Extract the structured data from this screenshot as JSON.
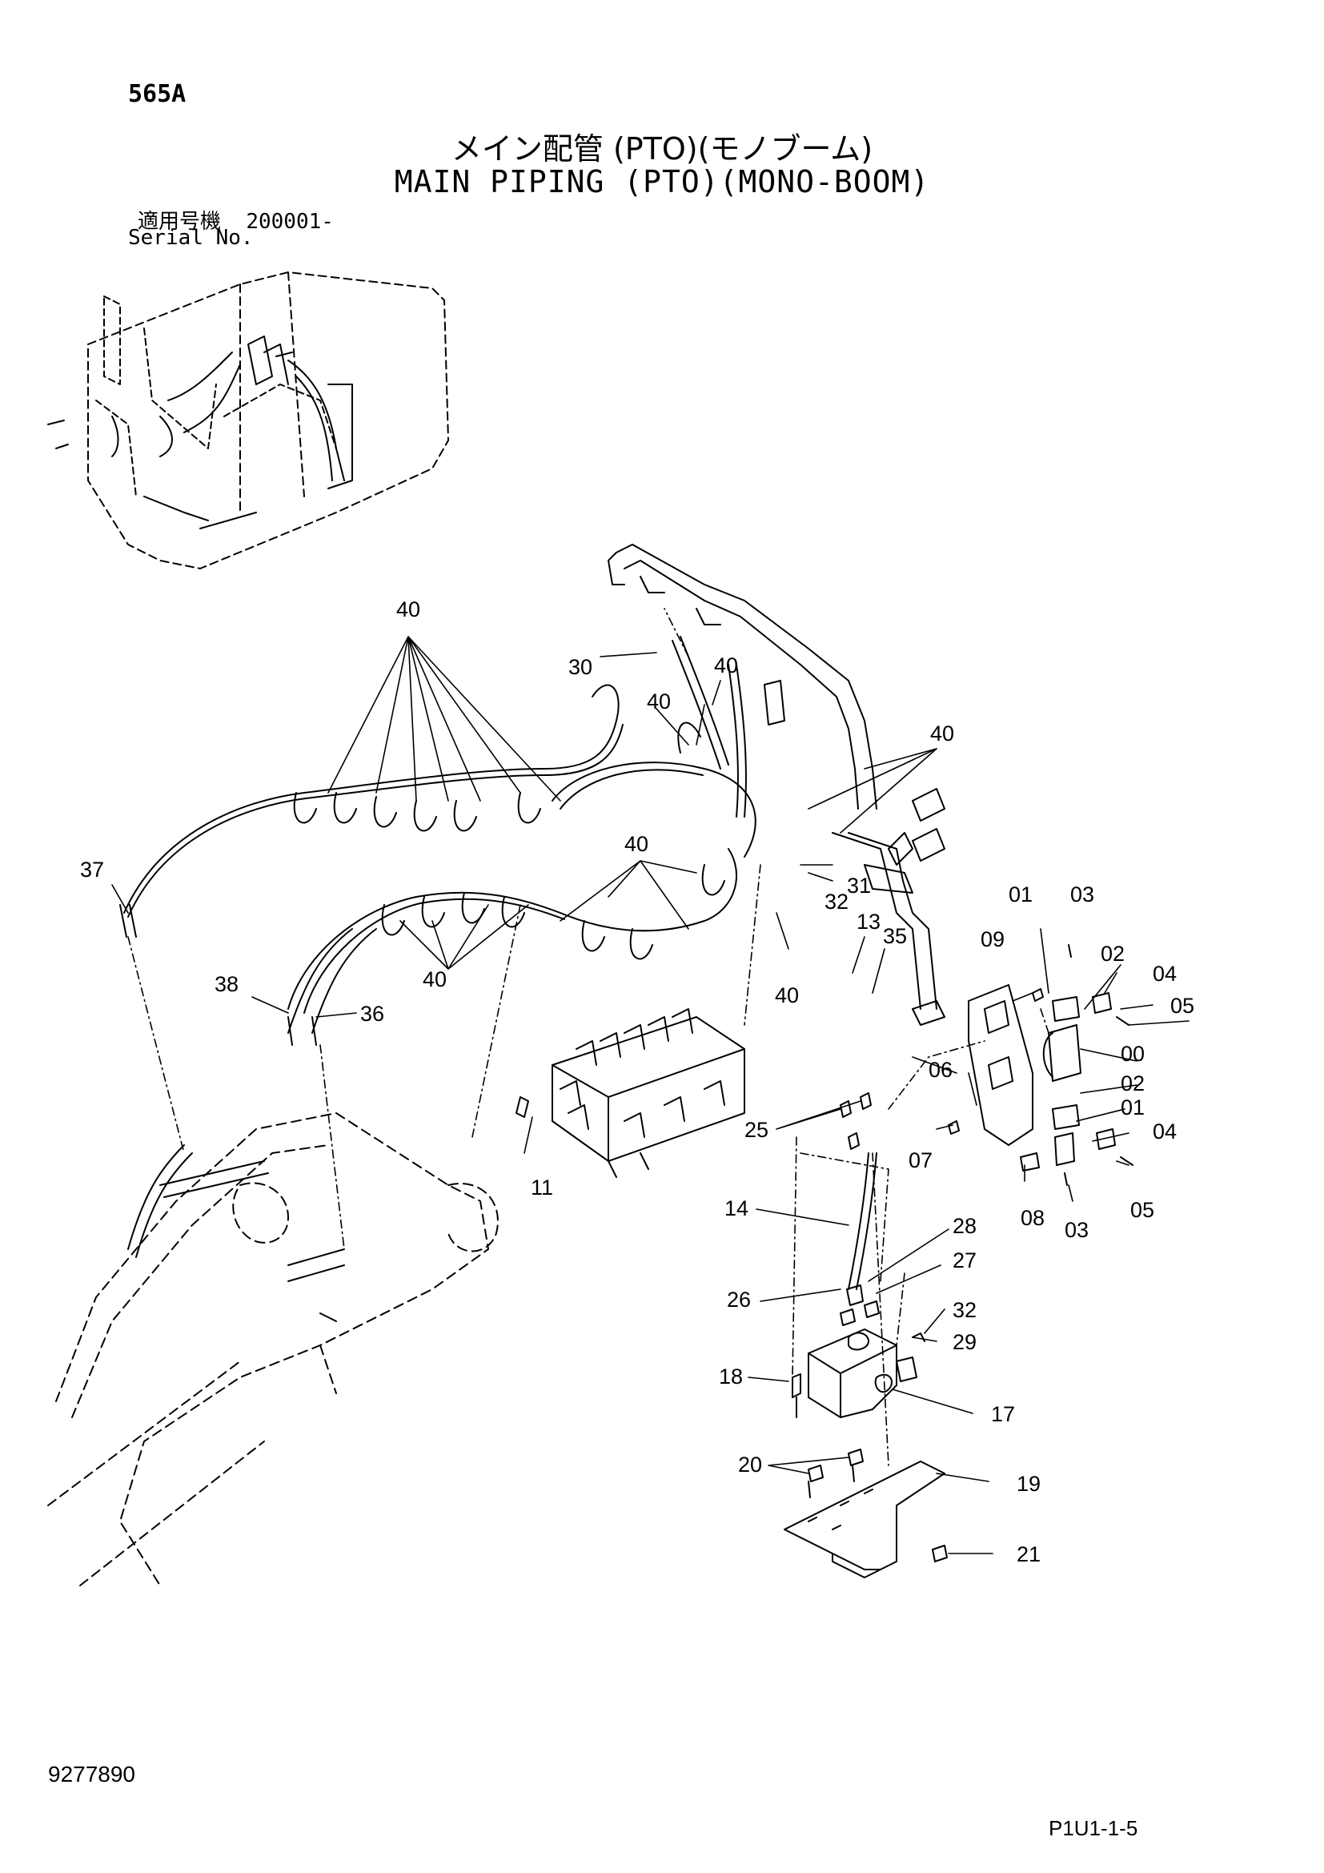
{
  "header": {
    "code": "565A",
    "title_jp": "メイン配管 (PTO)(モノブーム)",
    "title_en": "MAIN PIPING (PTO)(MONO-BOOM)",
    "serial_label_jp": "適用号機",
    "serial_value": "200001-",
    "serial_label_en": "Serial No."
  },
  "footer": {
    "doc_number": "9277890",
    "page_ref": "P1U1-1-5"
  },
  "callouts": [
    {
      "id": "c40a",
      "label": "40"
    },
    {
      "id": "c30",
      "label": "30"
    },
    {
      "id": "c40b",
      "label": "40"
    },
    {
      "id": "c40c",
      "label": "40"
    },
    {
      "id": "c40d",
      "label": "40"
    },
    {
      "id": "c37",
      "label": "37"
    },
    {
      "id": "c40e",
      "label": "40"
    },
    {
      "id": "c31",
      "label": "31"
    },
    {
      "id": "c32a",
      "label": "32"
    },
    {
      "id": "c01a",
      "label": "01"
    },
    {
      "id": "c03a",
      "label": "03"
    },
    {
      "id": "c09",
      "label": "09"
    },
    {
      "id": "c02a",
      "label": "02"
    },
    {
      "id": "c04a",
      "label": "04"
    },
    {
      "id": "c05a",
      "label": "05"
    },
    {
      "id": "c13",
      "label": "13"
    },
    {
      "id": "c35",
      "label": "35"
    },
    {
      "id": "c38",
      "label": "38"
    },
    {
      "id": "c36",
      "label": "36"
    },
    {
      "id": "c40f",
      "label": "40"
    },
    {
      "id": "c40g",
      "label": "40"
    },
    {
      "id": "c00",
      "label": "00"
    },
    {
      "id": "c06",
      "label": "06"
    },
    {
      "id": "c02b",
      "label": "02"
    },
    {
      "id": "c01b",
      "label": "01"
    },
    {
      "id": "c25",
      "label": "25"
    },
    {
      "id": "c04b",
      "label": "04"
    },
    {
      "id": "c07",
      "label": "07"
    },
    {
      "id": "c11",
      "label": "11"
    },
    {
      "id": "c08",
      "label": "08"
    },
    {
      "id": "c05b",
      "label": "05"
    },
    {
      "id": "c03b",
      "label": "03"
    },
    {
      "id": "c14",
      "label": "14"
    },
    {
      "id": "c28",
      "label": "28"
    },
    {
      "id": "c27",
      "label": "27"
    },
    {
      "id": "c26",
      "label": "26"
    },
    {
      "id": "c32b",
      "label": "32"
    },
    {
      "id": "c29",
      "label": "29"
    },
    {
      "id": "c18",
      "label": "18"
    },
    {
      "id": "c17",
      "label": "17"
    },
    {
      "id": "c20",
      "label": "20"
    },
    {
      "id": "c19",
      "label": "19"
    },
    {
      "id": "c21",
      "label": "21"
    }
  ]
}
